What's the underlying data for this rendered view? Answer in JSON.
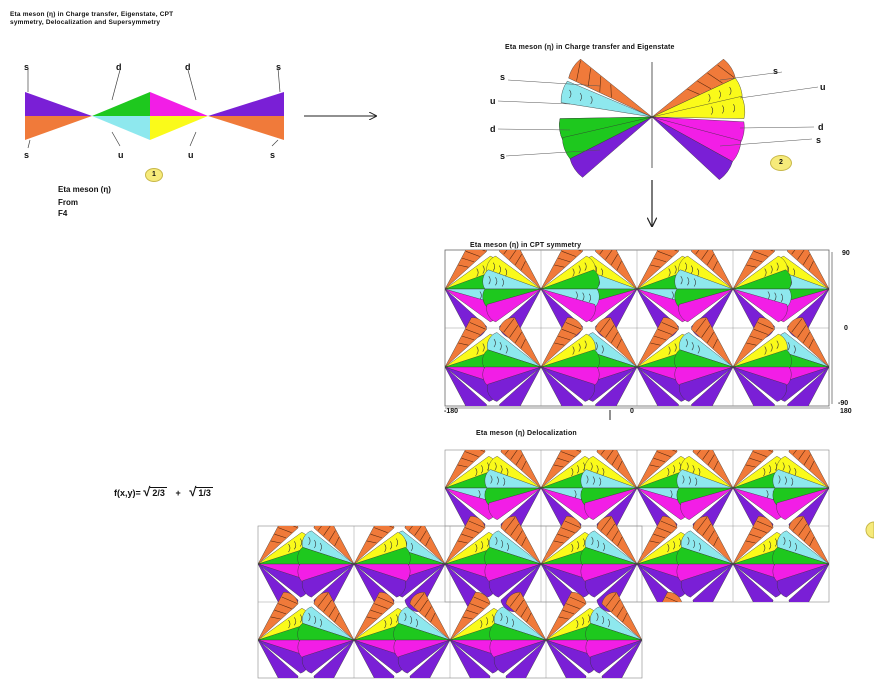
{
  "title_fig1_line1": "Eta meson (η) in Charge transfer, Eigenstate, CPT",
  "title_fig1_line2": "symmetry, Delocalization and Supersymmetry",
  "fig1": {
    "labels_top": [
      "s",
      "d",
      "d",
      "s"
    ],
    "labels_bottom": [
      "s",
      "u",
      "u",
      "s"
    ],
    "badge": "1",
    "caption_line1": "Eta meson (η)",
    "caption_line2": "From",
    "caption_line3": "F4"
  },
  "fig2": {
    "title": "Eta meson (η) in Charge transfer and Eigenstate",
    "labels_left": [
      "s",
      "u",
      "d",
      "s"
    ],
    "labels_right": [
      "s",
      "u",
      "d",
      "s"
    ],
    "badge": "2"
  },
  "fig3": {
    "title": "Eta meson (η) in CPT symmetry",
    "y_ticks": [
      "90",
      "0",
      "-90"
    ],
    "x_ticks": [
      "-180",
      "0",
      "180"
    ]
  },
  "fig4": {
    "title": "Eta meson (η) Delocalization",
    "formula_lhs": "f(x,y)=",
    "formula_root1": "√",
    "formula_rad1": "2/3",
    "formula_plus": "+",
    "formula_root2": "√",
    "formula_rad2": "1/3"
  },
  "colors": {
    "purple": "#7a1fd6",
    "orange": "#f07a3a",
    "green": "#1ec81e",
    "cyan": "#8ee8ee",
    "magenta": "#f21ee6",
    "yellow": "#fafa1a",
    "badge": "#f6ea7a"
  }
}
